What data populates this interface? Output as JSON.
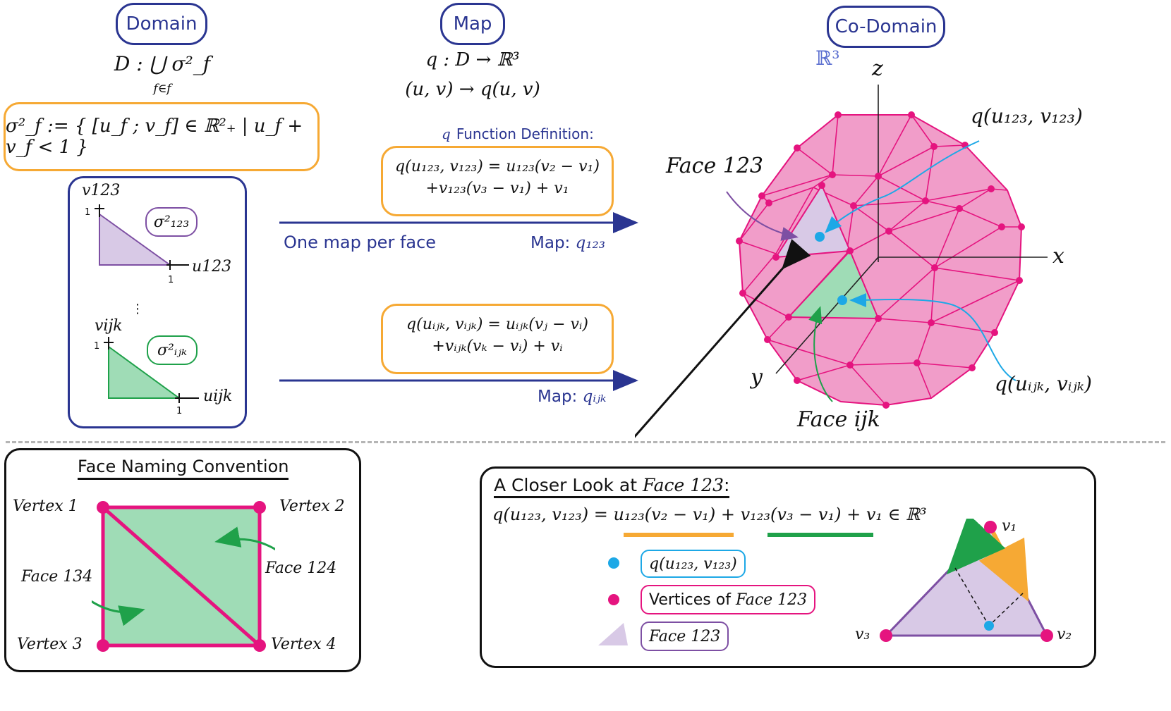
{
  "headers": {
    "domain": "Domain",
    "map": "Map",
    "codomain": "Co-Domain"
  },
  "domain": {
    "set_def": "D : ⋃ σ²_f",
    "set_def_sub": "f∈f",
    "sigma_def": "σ²_f := { [u_f ; v_f] ∈ ℝ²₊ | u_f + v_f < 1 }",
    "tri1": {
      "v_label": "v123",
      "u_label": "u123",
      "tick_u": "1",
      "tick_v": "1",
      "sigma": "σ²₁₂₃"
    },
    "ellipsis": "⋮",
    "tri2": {
      "v_label": "vijk",
      "u_label": "uijk",
      "tick_u": "1",
      "tick_v": "1",
      "sigma": "σ²ᵢⱼₖ"
    }
  },
  "map": {
    "line1": "q : D → ℝ³",
    "line2": "(u, v) → q(u, v)",
    "func_def_q": "q",
    "func_def_label": "Function Definition:",
    "eq123_line1": "q(u₁₂₃, v₁₂₃) = u₁₂₃(v₂ − v₁)",
    "eq123_line2": "+v₁₂₃(v₃ − v₁) + v₁",
    "one_map": "One map per face",
    "map123_label": "Map:",
    "map123_q": "q₁₂₃",
    "eqijk_line1": "q(uᵢⱼₖ, vᵢⱼₖ) = uᵢⱼₖ(vⱼ − vᵢ)",
    "eqijk_line2": "+vᵢⱼₖ(vₖ − vᵢ) + vᵢ",
    "mapijk_label": "Map:",
    "mapijk_q": "qᵢⱼₖ"
  },
  "codomain": {
    "space": "ℝ³",
    "axis_z": "z",
    "axis_x": "x",
    "axis_y": "y",
    "q123": "q(u₁₂₃, v₁₂₃)",
    "qijk": "q(uᵢⱼₖ, vᵢⱼₖ)",
    "face123": "Face 123",
    "faceijk": "Face ijk"
  },
  "naming": {
    "title": "Face Naming Convention",
    "v1": "Vertex 1",
    "v2": "Vertex 2",
    "v3": "Vertex 3",
    "v4": "Vertex 4",
    "f134": "Face 134",
    "f124": "Face 124"
  },
  "closer": {
    "title_prefix": "A Closer Look at",
    "title_face": "Face 123",
    "title_colon": ":",
    "equation": "q(u₁₂₃, v₁₂₃) = u₁₂₃(v₂ − v₁) + v₁₂₃(v₃ − v₁) + v₁ ∈ ℝ³",
    "legend_point": "q(u₁₂₃, v₁₂₃)",
    "legend_vertices_prefix": "Vertices of",
    "legend_vertices_face": "Face 123",
    "legend_face": "Face 123",
    "v1": "v₁",
    "v2": "v₂",
    "v3": "v₃"
  },
  "colors": {
    "navy": "#2a3591",
    "orange": "#f6a934",
    "magenta": "#e5147f",
    "pink_fill": "#f098c6",
    "green": "#1fa14a",
    "green_fill": "#9fdcb6",
    "purple": "#7d4fa3",
    "purple_fill": "#d8c9e6",
    "cyan": "#1da8e6"
  }
}
